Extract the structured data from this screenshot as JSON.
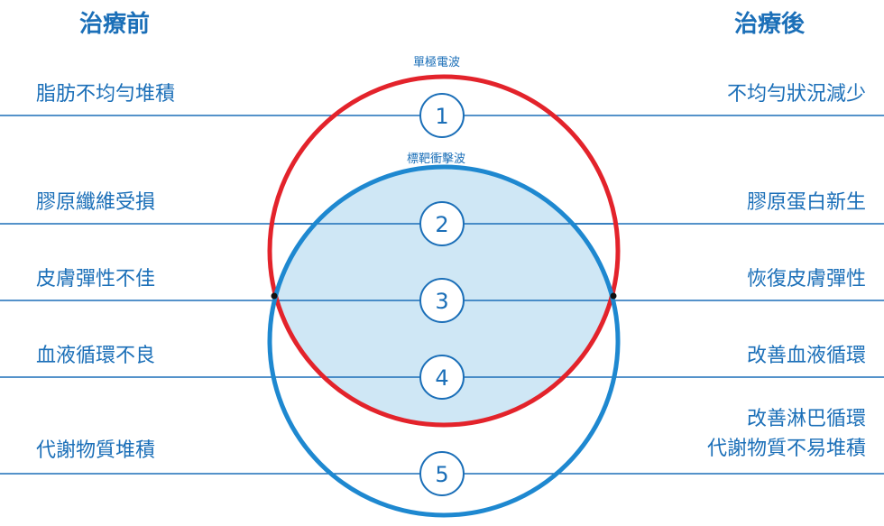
{
  "headers": {
    "before": "治療前",
    "after": "治療後"
  },
  "tags": {
    "mono": "單極電波",
    "shock": "標靶衝擊波"
  },
  "levels": [
    {
      "number": "1",
      "before": "脂肪不均勻堆積",
      "after": "不均勻狀況減少"
    },
    {
      "number": "2",
      "before": "膠原纖維受損",
      "after": "膠原蛋白新生"
    },
    {
      "number": "3",
      "before": "皮膚彈性不佳",
      "after": "恢復皮膚彈性"
    },
    {
      "number": "4",
      "before": "血液循環不良",
      "after": "改善血液循環"
    },
    {
      "number": "5",
      "before": "代謝物質堆積",
      "after_line1": "改善淋巴循環",
      "after_line2": "代謝物質不易堆積"
    }
  ],
  "colors": {
    "text": "#1b6fb8",
    "red_circle": "#e3232b",
    "blue_circle": "#1e88d0",
    "overlap_fill": "#cfe7f5",
    "lines": "#1b6fb8"
  }
}
